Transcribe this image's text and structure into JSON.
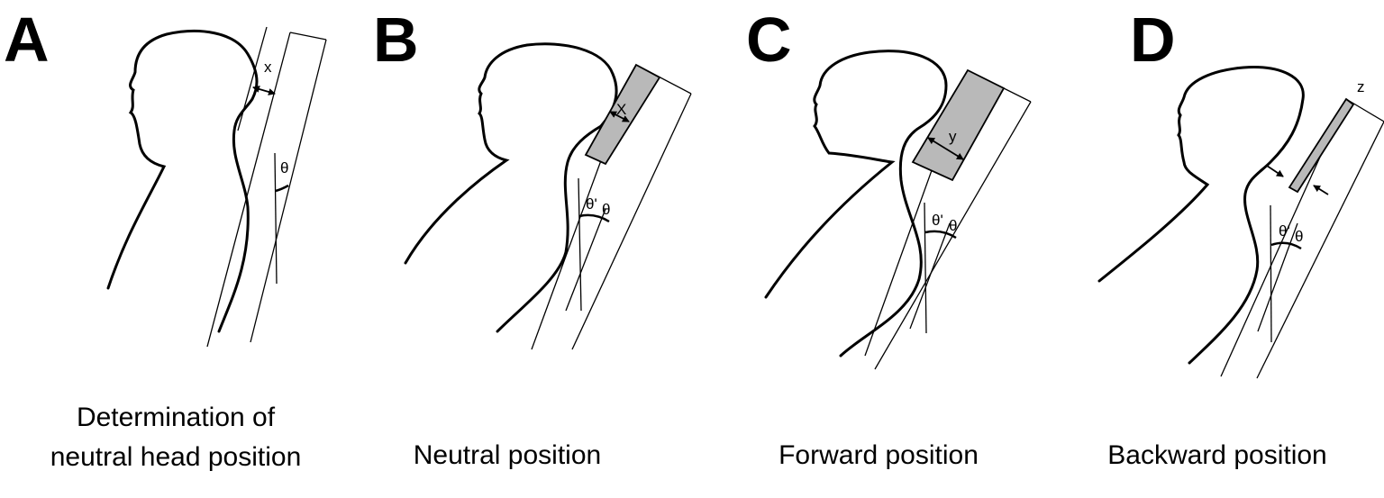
{
  "panels": [
    {
      "letter": "A",
      "caption_lines": [
        "Determination of",
        "neutral head position"
      ],
      "distance_label": "x",
      "angle_labels": [
        "θ"
      ]
    },
    {
      "letter": "B",
      "caption_lines": [
        "Neutral position"
      ],
      "distance_label": "X",
      "angle_labels": [
        "θ'",
        "θ"
      ]
    },
    {
      "letter": "C",
      "caption_lines": [
        "Forward position"
      ],
      "distance_label": "y",
      "angle_labels": [
        "θ'",
        "θ"
      ]
    },
    {
      "letter": "D",
      "caption_lines": [
        "Backward position"
      ],
      "distance_label": "z",
      "angle_labels": [
        "θ'",
        "θ"
      ]
    }
  ],
  "colors": {
    "line": "#000000",
    "pad_fill": "#b9b9b9",
    "background": "#ffffff"
  }
}
